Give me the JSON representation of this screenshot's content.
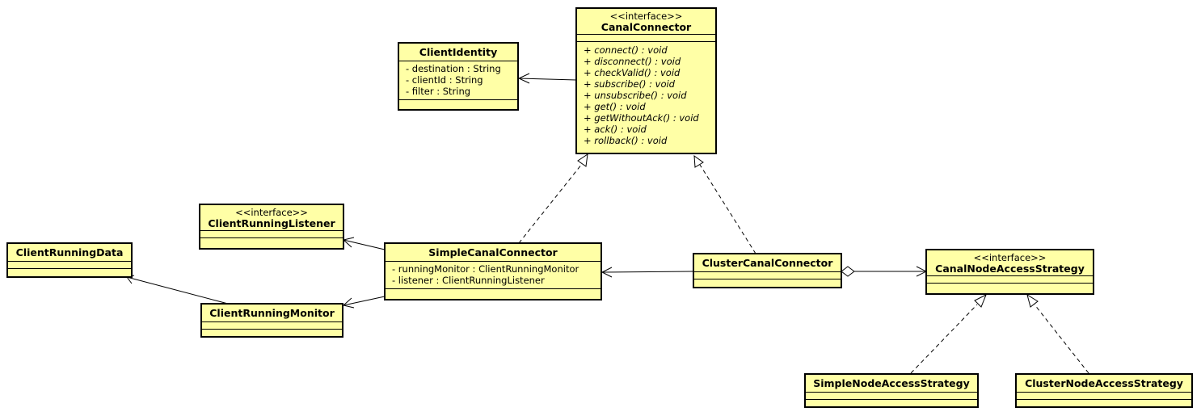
{
  "classes": {
    "canal_connector": {
      "stereotype": "<<interface>>",
      "name": "CanalConnector",
      "operations": [
        "+ connect() : void",
        "+ disconnect() : void",
        "+ checkValid() : void",
        "+ subscribe() : void",
        "+ unsubscribe() : void",
        "+ get() : void",
        "+ getWithoutAck() : void",
        "+ ack() : void",
        "+ rollback() : void"
      ]
    },
    "client_identity": {
      "name": "ClientIdentity",
      "attributes": [
        "- destination : String",
        "- clientId : String",
        "- filter : String"
      ]
    },
    "client_running_listener": {
      "stereotype": "<<interface>>",
      "name": "ClientRunningListener"
    },
    "client_running_data": {
      "name": "ClientRunningData"
    },
    "client_running_monitor": {
      "name": "ClientRunningMonitor"
    },
    "simple_canal_connector": {
      "name": "SimpleCanalConnector",
      "attributes": [
        "- runningMonitor : ClientRunningMonitor",
        "- listener : ClientRunningListener"
      ]
    },
    "cluster_canal_connector": {
      "name": "ClusterCanalConnector"
    },
    "canal_node_access_strategy": {
      "stereotype": "<<interface>>",
      "name": "CanalNodeAccessStrategy"
    },
    "simple_node_access_strategy": {
      "name": "SimpleNodeAccessStrategy"
    },
    "cluster_node_access_strategy": {
      "name": "ClusterNodeAccessStrategy"
    }
  },
  "relationships": [
    {
      "from": "canal_connector",
      "to": "client_identity",
      "type": "association"
    },
    {
      "from": "simple_canal_connector",
      "to": "canal_connector",
      "type": "realization"
    },
    {
      "from": "cluster_canal_connector",
      "to": "canal_connector",
      "type": "realization"
    },
    {
      "from": "simple_canal_connector",
      "to": "client_running_listener",
      "type": "association"
    },
    {
      "from": "simple_canal_connector",
      "to": "client_running_monitor",
      "type": "association"
    },
    {
      "from": "client_running_monitor",
      "to": "client_running_data",
      "type": "association"
    },
    {
      "from": "cluster_canal_connector",
      "to": "simple_canal_connector",
      "type": "association"
    },
    {
      "from": "cluster_canal_connector",
      "to": "canal_node_access_strategy",
      "type": "aggregation"
    },
    {
      "from": "simple_node_access_strategy",
      "to": "canal_node_access_strategy",
      "type": "realization"
    },
    {
      "from": "cluster_node_access_strategy",
      "to": "canal_node_access_strategy",
      "type": "realization"
    }
  ],
  "colors": {
    "class_fill": "#ffffa6",
    "line": "#000000"
  }
}
